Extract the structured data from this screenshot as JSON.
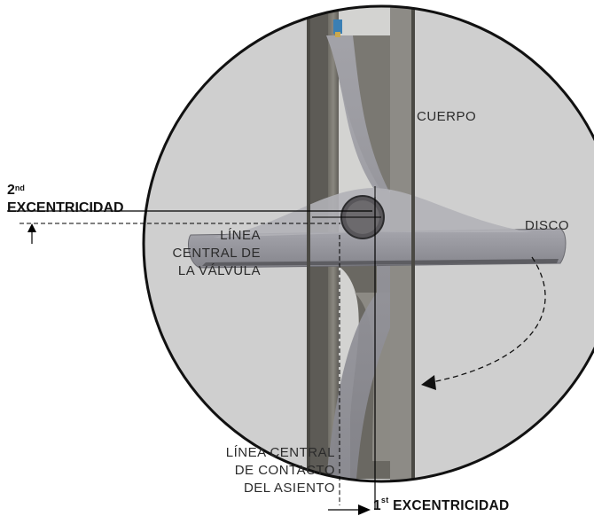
{
  "labels": {
    "body": "CUERPO",
    "disc": "DISCO",
    "valve_centerline": [
      "LÍNEA",
      "CENTRAL DE",
      "LA VÁLVULA"
    ],
    "seat_centerline": [
      "LÍNEA CENTRAL",
      "DE CONTACTO",
      "DEL ASIENTO"
    ],
    "second_eccentricity": {
      "ordinal": "2",
      "suffix": "nd",
      "text": "EXCENTRICIDAD"
    },
    "first_eccentricity": {
      "ordinal": "1",
      "suffix": "st",
      "text": "EXCENTRICIDAD"
    }
  },
  "colors": {
    "circle_bg": "#c9c9c9",
    "body_light": "#d8d8d8",
    "body_dark": "#6e6e6a",
    "disc": "#9a9aa0",
    "disc_edge": "#5a5a5e",
    "line": "#000000"
  }
}
